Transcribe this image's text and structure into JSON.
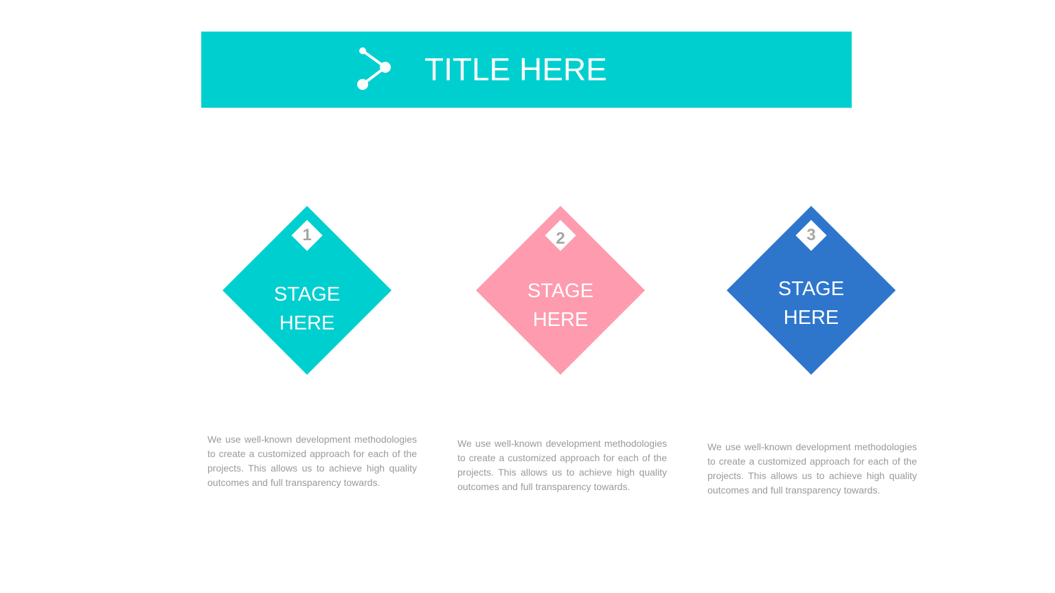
{
  "header": {
    "title": "TITLE HERE",
    "icon": "share-icon",
    "color": "#00cfd0"
  },
  "stages": [
    {
      "number": "1",
      "label_line1": "STAGE",
      "label_line2": "HERE",
      "color": "#00cfd0",
      "description": "We use well-known development methodologies to create a customized approach for each of the projects. This allows us to achieve high quality outcomes and full transparency towards."
    },
    {
      "number": "2",
      "label_line1": "STAGE",
      "label_line2": "HERE",
      "color": "#fe9bae",
      "description": "We use well-known development methodologies to create a customized approach for each of the projects. This allows us to achieve high quality outcomes and full transparency towards."
    },
    {
      "number": "3",
      "label_line1": "STAGE",
      "label_line2": "HERE",
      "color": "#2e76cc",
      "description": "We use well-known development methodologies to create a customized approach for each of the projects. This allows us to achieve high quality outcomes and full transparency towards."
    }
  ]
}
